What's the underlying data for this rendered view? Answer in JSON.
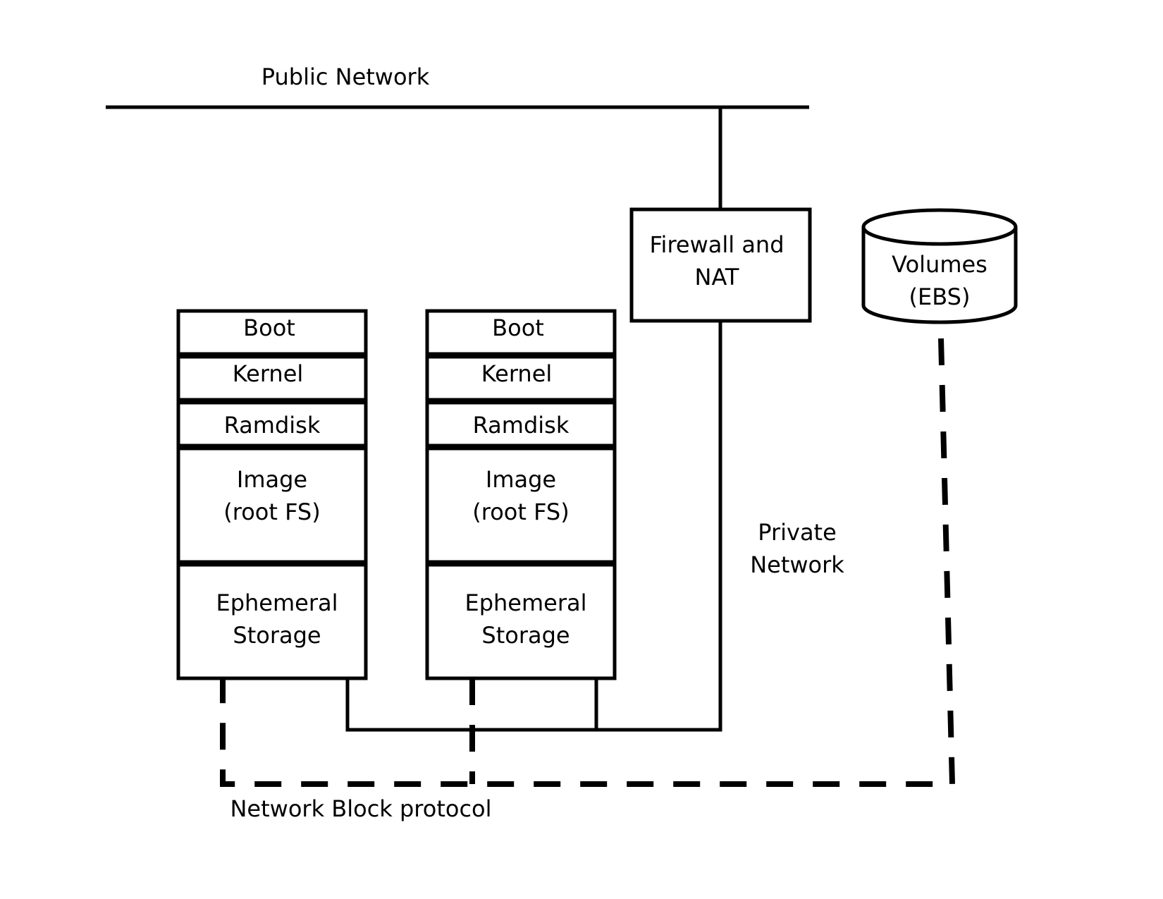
{
  "public_network": {
    "label": "Public Network"
  },
  "firewall": {
    "line1": "Firewall and",
    "line2": "NAT"
  },
  "volumes": {
    "line1": "Volumes",
    "line2": "(EBS)"
  },
  "private_network": {
    "line1": "Private",
    "line2": "Network"
  },
  "network_block": {
    "label": "Network Block protocol"
  },
  "instances": [
    {
      "boot": "Boot",
      "kernel": "Kernel",
      "ramdisk": "Ramdisk",
      "image_line1": "Image",
      "image_line2": "(root FS)",
      "ephemeral_line1": "Ephemeral",
      "ephemeral_line2": "Storage"
    },
    {
      "boot": "Boot",
      "kernel": "Kernel",
      "ramdisk": "Ramdisk",
      "image_line1": "Image",
      "image_line2": "(root FS)",
      "ephemeral_line1": "Ephemeral",
      "ephemeral_line2": "Storage"
    }
  ]
}
